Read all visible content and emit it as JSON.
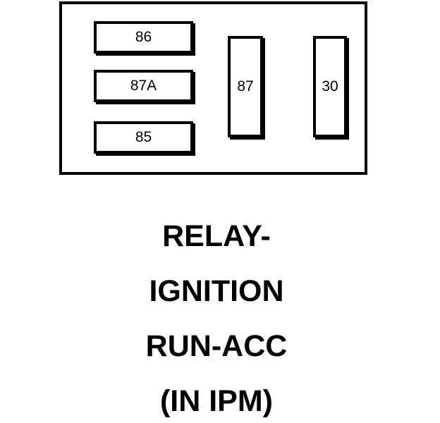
{
  "relay": {
    "terminals": {
      "t86": "86",
      "t87a": "87A",
      "t85": "85",
      "t87": "87",
      "t30": "30"
    }
  },
  "caption": {
    "line1": "RELAY-",
    "line2": "IGNITION",
    "line3": "RUN-ACC",
    "line4": "(IN IPM)"
  }
}
